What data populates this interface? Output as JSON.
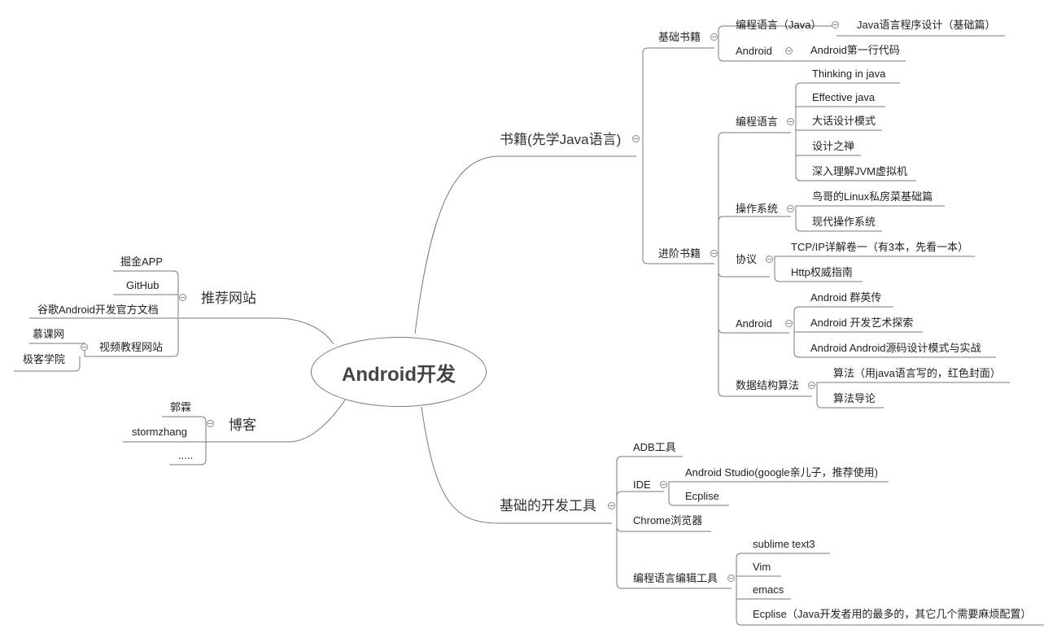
{
  "colors": {
    "line": "#7a7a7a",
    "text": "#222222",
    "root_text": "#444444"
  },
  "root": {
    "label": "Android开发"
  },
  "branches": {
    "books": {
      "label": "书籍(先学Java语言)",
      "basic": {
        "label": "基础书籍",
        "java": {
          "label": "编程语言（Java）",
          "book": "Java语言程序设计（基础篇）"
        },
        "android": {
          "label": "Android",
          "book": "Android第一行代码"
        }
      },
      "advanced": {
        "label": "进阶书籍",
        "lang": {
          "label": "编程语言",
          "items": [
            "Thinking in java",
            "Effective java",
            "大话设计模式",
            "设计之禅",
            "深入理解JVM虚拟机"
          ]
        },
        "os": {
          "label": "操作系统",
          "items": [
            "鸟哥的Linux私房菜基础篇",
            "现代操作系统"
          ]
        },
        "protocol": {
          "label": "协议",
          "items": [
            "TCP/IP详解卷一（有3本，先看一本）",
            "Http权威指南"
          ]
        },
        "android": {
          "label": "Android",
          "items": [
            "Android 群英传",
            "Android 开发艺术探索",
            "Android Android源码设计模式与实战"
          ]
        },
        "dsa": {
          "label": "数据结构算法",
          "items": [
            "算法（用java语言写的，红色封面）",
            "算法导论"
          ]
        }
      }
    },
    "tools": {
      "label": "基础的开发工具",
      "adb": "ADB工具",
      "ide": {
        "label": "IDE",
        "items": [
          "Android Studio(google亲儿子，推荐使用)",
          "Ecplise"
        ]
      },
      "chrome": "Chrome浏览器",
      "editors": {
        "label": "编程语言编辑工具",
        "items": [
          "sublime text3",
          "Vim",
          "emacs",
          "Ecplise（Java开发者用的最多的，其它几个需要麻烦配置）"
        ]
      }
    },
    "sites": {
      "label": "推荐网站",
      "items": [
        "掘金APP",
        "GitHub",
        "谷歌Android开发官方文档"
      ],
      "video": {
        "label": "视频教程网站",
        "items": [
          "慕课网",
          "极客学院"
        ]
      }
    },
    "blogs": {
      "label": "博客",
      "items": [
        "郭霖",
        "stormzhang",
        "....."
      ]
    }
  }
}
